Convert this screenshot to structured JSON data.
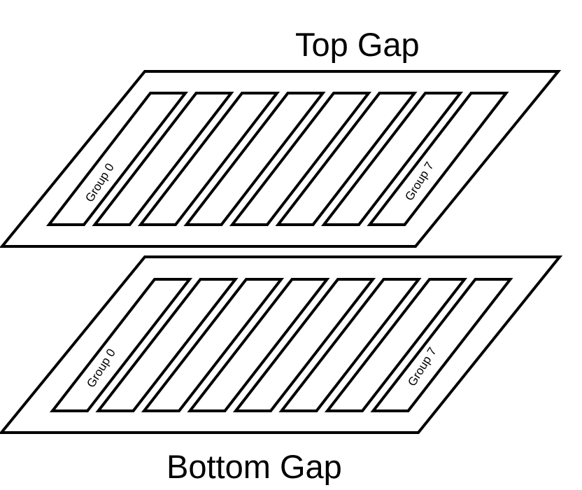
{
  "top_gap": {
    "title": "Top Gap",
    "first_label": "Group 0",
    "last_label": "Group 7",
    "group_count": 8
  },
  "bottom_gap": {
    "title": "Bottom Gap",
    "first_label": "Group 0",
    "last_label": "Group 7",
    "group_count": 8
  },
  "colors": {
    "stroke": "#000000",
    "fill": "#ffffff"
  }
}
